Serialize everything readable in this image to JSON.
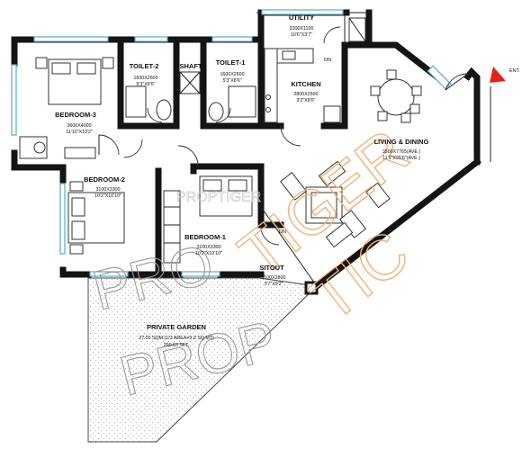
{
  "rooms": {
    "utility": {
      "name": "UTILITY",
      "dim1": "3200X1100",
      "dim2": "10'6\"X3'7\""
    },
    "toilet2": {
      "name": "TOILET-2",
      "dim1": "1600X2600",
      "dim2": "5'3\"X8'6\""
    },
    "shaft": {
      "name": "SHAFT"
    },
    "toilet1": {
      "name": "TOILET-1",
      "dim1": "1600X2600",
      "dim2": "5'3\"X8'6\""
    },
    "kitchen": {
      "name": "KITCHEN",
      "dim1": "2800X2600",
      "dim2": "9'2\"X8'6\""
    },
    "bedroom3": {
      "name": "BEDROOM-3",
      "dim1": "3600X4000",
      "dim2": "11'10\"X13'2\""
    },
    "bedroom2": {
      "name": "BEDROOM-2",
      "dim1": "3100X3300",
      "dim2": "10'2\"X10'10\""
    },
    "bedroom1": {
      "name": "BEDROOM-1",
      "dim1": "3100X3300",
      "dim2": "10'2\"X10'10\""
    },
    "living": {
      "name": "LIVING & DINING",
      "dim1": "3500X7765(AVE.)",
      "dim2": "11'6\"X25'6\"(AVE.)"
    },
    "sitout": {
      "name": "SITOUT",
      "dim1": "1100X2800",
      "dim2": "3'7\"X9'2\""
    },
    "garden": {
      "name": "PRIVATE GARDEN",
      "dim1": "27.00 SQM.(1/3 AREA=9.0 SQ.MT)",
      "dim2": "290.63 SFT."
    }
  },
  "labels": {
    "entrance": "ENT.",
    "dn_kitchen": "DN",
    "dn_sitout": "DN"
  },
  "watermark": {
    "grey_lines": [
      "PRO",
      "PROP"
    ],
    "orange_lines": [
      "TIGER",
      "TIC"
    ],
    "small": "PROPTIGER"
  },
  "colors": {
    "wall": "#141414",
    "window": "#5aa9c9",
    "entry_arrow": "#e2231a",
    "watermark_orange": "#f1b27a",
    "watermark_grey": "#9a9a9a"
  }
}
